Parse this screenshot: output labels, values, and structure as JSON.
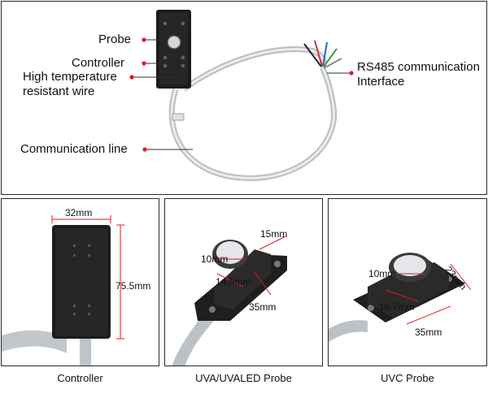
{
  "top": {
    "labels": {
      "probe": "Probe",
      "controller": "Controller",
      "wire_line1": "High temperature",
      "wire_line2": "resistant wire",
      "comm_line": "Communication line",
      "rs485_line1": "RS485 communication",
      "rs485_line2": "Interface"
    },
    "marker_color": "#e01b24"
  },
  "controller_panel": {
    "width": "32mm",
    "height": "75.5mm",
    "caption": "Controller"
  },
  "uva_panel": {
    "d15": "15mm",
    "d10": "10mm",
    "d145": "14.5mm",
    "d35": "35mm",
    "caption": "UVA/UVALED Probe"
  },
  "uvc_panel": {
    "d23": "23mm",
    "d10": "10mm",
    "d167": "16.7mm",
    "d35": "35mm",
    "caption": "UVC Probe"
  }
}
